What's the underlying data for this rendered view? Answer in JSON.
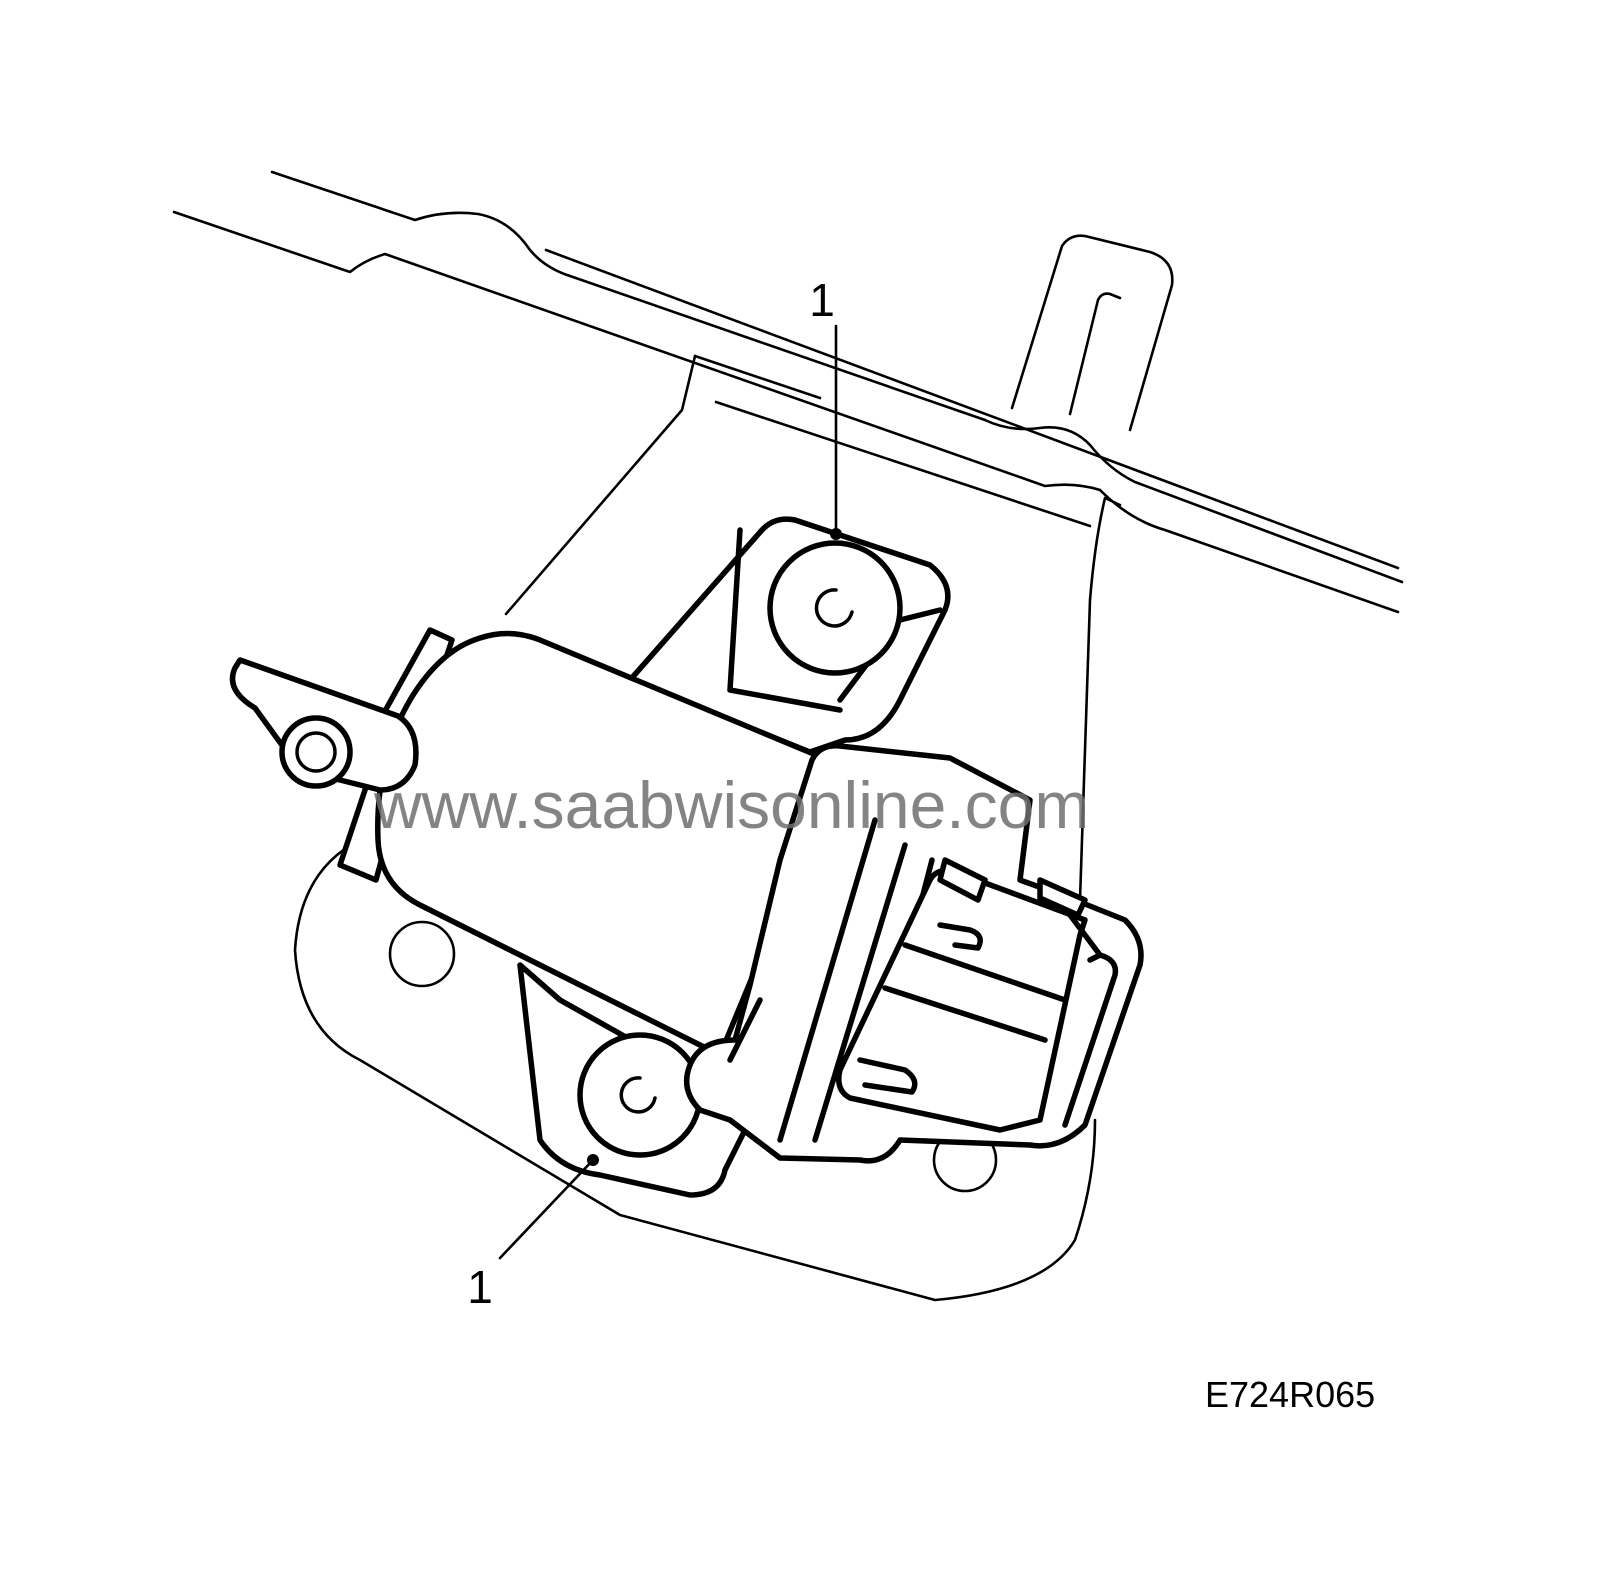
{
  "callouts": [
    {
      "label": "1"
    },
    {
      "label": "1"
    }
  ],
  "figure_code": "E724R065",
  "watermark": "www.saabwisonline.com",
  "colors": {
    "line": "#000000",
    "background": "#ffffff",
    "watermark": "#6e6e6e"
  }
}
